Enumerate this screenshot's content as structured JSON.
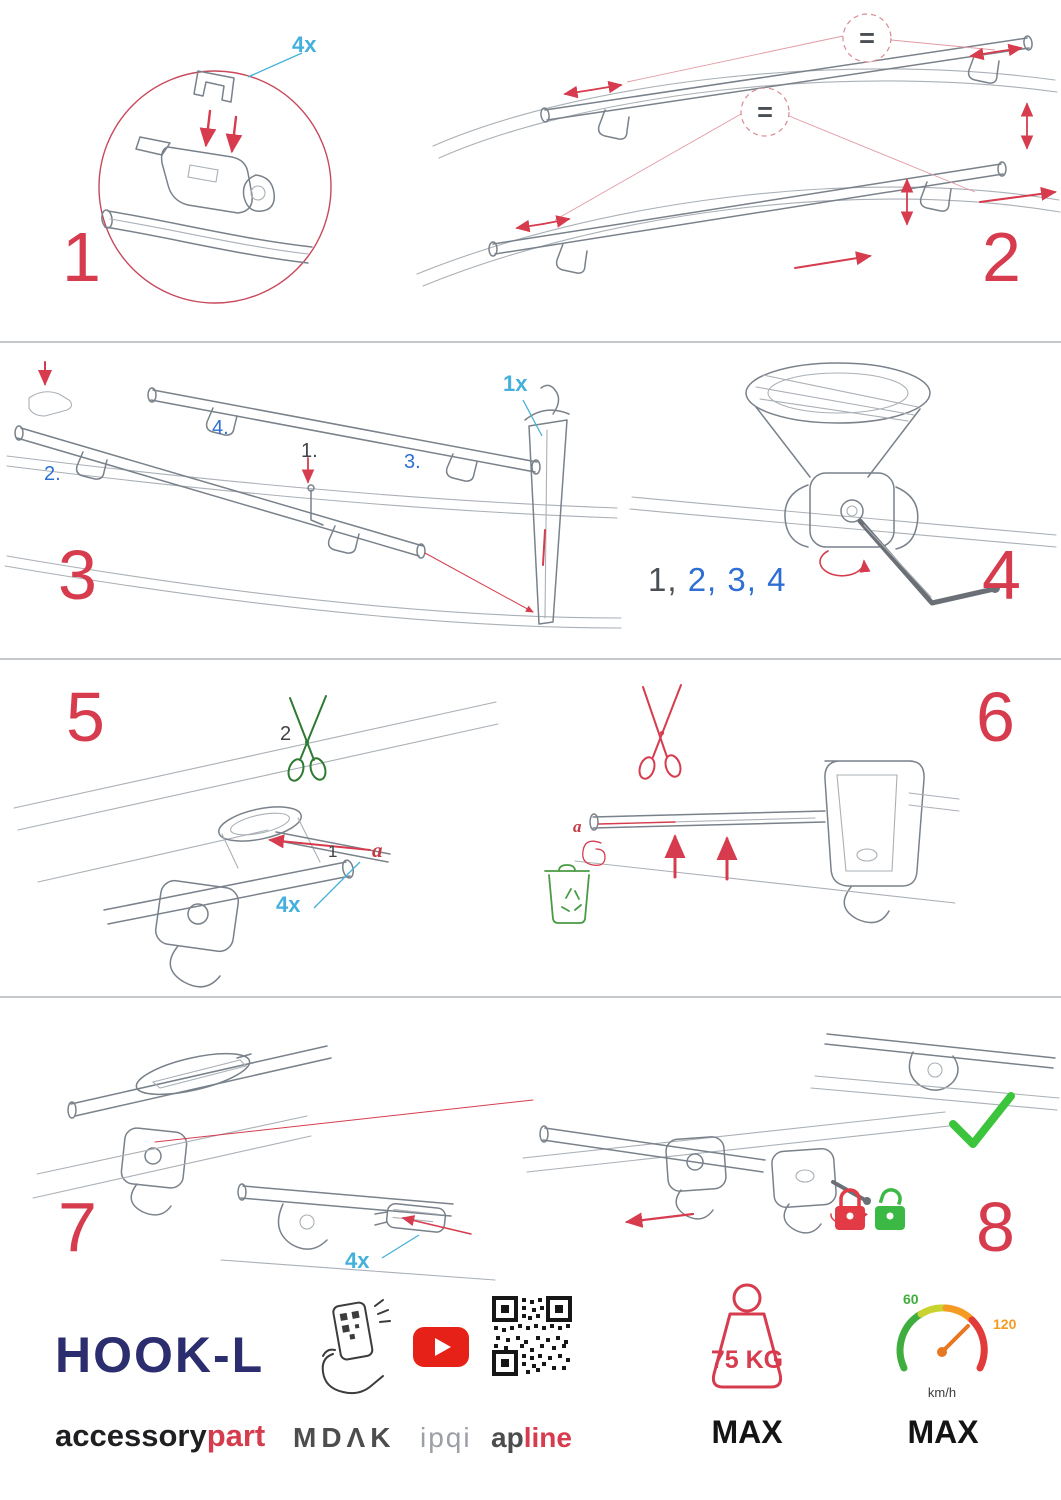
{
  "colors": {
    "step_number_red": "#d63c4e",
    "annotation_cyan": "#45b0dc",
    "annotation_blue": "#2f6fd4",
    "line_art_gray": "#79818a",
    "success_green": "#3dc43d",
    "lock_closed_red": "#e23b46",
    "lock_open_green": "#3cb944",
    "brand_navy": "#2b2d6e",
    "brand_red": "#d63c4e",
    "youtube_red": "#e62117"
  },
  "icons": {
    "zoom_detail": "zoom-circle-icon",
    "scissors_step5": "scissors-icon",
    "scissors_step6": "scissors-icon",
    "trash": "trash-bin-icon",
    "check": "checkmark-icon",
    "lock_closed": "padlock-closed-icon",
    "lock_open": "padlock-open-icon",
    "allen_key": "allen-key-icon",
    "phone": "phone-scan-icon",
    "youtube": "youtube-icon",
    "qr": "qr-code-icon",
    "weight": "weight-limit-icon",
    "speedometer": "speedometer-icon"
  },
  "steps": {
    "s1": {
      "num": "1",
      "qty": "4x"
    },
    "s2": {
      "num": "2",
      "eq1": "=",
      "eq2": "="
    },
    "s3": {
      "num": "3",
      "qty": "1x",
      "l1": "1.",
      "l2": "2.",
      "l3": "3.",
      "l4": "4."
    },
    "s4": {
      "num": "4",
      "seq_first": "1,",
      "seq_rest": " 2, 3, 4"
    },
    "s5": {
      "num": "5",
      "qty": "4x",
      "l1": "1",
      "l2": "2",
      "la": "a"
    },
    "s6": {
      "num": "6",
      "la": "a"
    },
    "s7": {
      "num": "7",
      "qty": "4x"
    },
    "s8": {
      "num": "8"
    }
  },
  "footer": {
    "product_name": "HOOK-L",
    "brand_accessory": "accessory",
    "brand_part": "part",
    "logo_mdak": "MDΛK",
    "logo_ipqi": "ipqi",
    "logo_ap": "ap",
    "logo_line": "line",
    "weight_value": "75 KG",
    "weight_max": "MAX",
    "speed_min": "60",
    "speed_max_value": "120",
    "speed_unit": "km/h",
    "speed_max": "MAX"
  }
}
